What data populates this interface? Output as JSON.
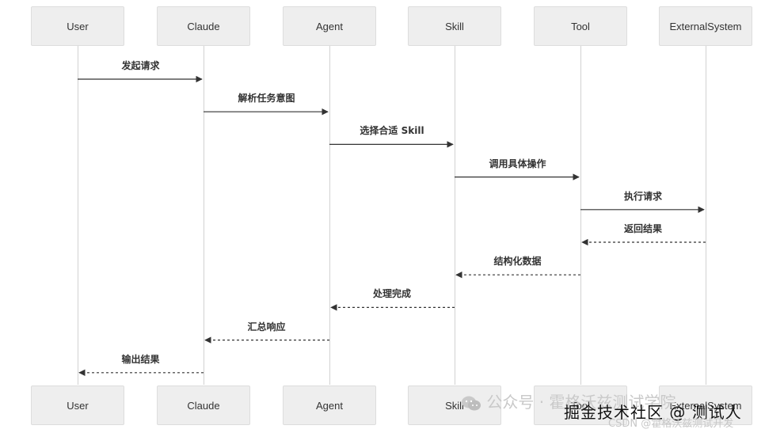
{
  "participants": [
    "User",
    "Claude",
    "Agent",
    "Skill",
    "Tool",
    "ExternalSystem"
  ],
  "messages": [
    {
      "from": 0,
      "to": 1,
      "label": "发起请求",
      "style": "solid"
    },
    {
      "from": 1,
      "to": 2,
      "label": "解析任务意图",
      "style": "solid"
    },
    {
      "from": 2,
      "to": 3,
      "label": "选择合适 Skill",
      "style": "solid"
    },
    {
      "from": 3,
      "to": 4,
      "label": "调用具体操作",
      "style": "solid"
    },
    {
      "from": 4,
      "to": 5,
      "label": "执行请求",
      "style": "solid"
    },
    {
      "from": 5,
      "to": 4,
      "label": "返回结果",
      "style": "dashed"
    },
    {
      "from": 4,
      "to": 3,
      "label": "结构化数据",
      "style": "dashed"
    },
    {
      "from": 3,
      "to": 2,
      "label": "处理完成",
      "style": "dashed"
    },
    {
      "from": 2,
      "to": 1,
      "label": "汇总响应",
      "style": "dashed"
    },
    {
      "from": 1,
      "to": 0,
      "label": "输出结果",
      "style": "dashed"
    }
  ],
  "watermark": {
    "wechat_text": "公众号 · 霍格沃兹测试学院",
    "juejin_text": "掘金技术社区 @ 测试人",
    "csdn_text": "CSDN @霍格沃兹测试开发"
  },
  "colors": {
    "actor_bg": "#eeeeee",
    "line": "#d2d2d2",
    "arrow": "#333333"
  }
}
